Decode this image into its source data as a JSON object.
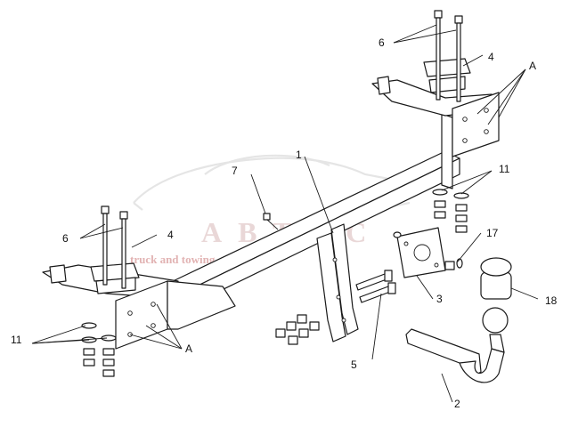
{
  "watermark": {
    "brand": "АВТОС",
    "tagline": "truck and towing"
  },
  "callouts": {
    "part1": "1",
    "part2": "2",
    "part3": "3",
    "part4_top": "4",
    "part4_left": "4",
    "part5": "5",
    "part6_top": "6",
    "part6_left": "6",
    "part7": "7",
    "part11_right": "11",
    "part11_left": "11",
    "part17": "17",
    "part18": "18",
    "mount_top": "A",
    "mount_left": "A"
  }
}
